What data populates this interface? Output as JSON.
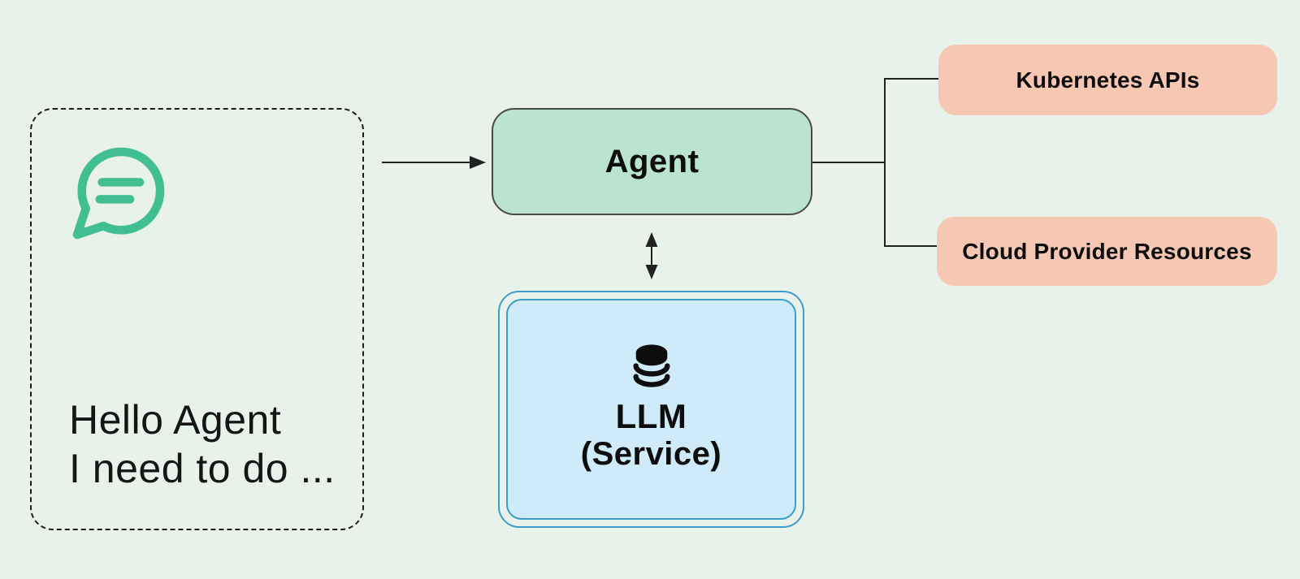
{
  "colors": {
    "bg": "#e8f2ea",
    "mint-fill": "#bae3d0",
    "mint-border": "#4a4a4a",
    "salmon-fill": "#f6c8b4",
    "blue-fill": "#cfeaf8",
    "blue-border": "#3b9dca",
    "green-icon": "#42bf92",
    "line": "#222222",
    "text": "#0d0d0d"
  },
  "nodes": {
    "user_request": {
      "icon": "chat-bubble-icon",
      "line1": "Hello Agent",
      "line2": "I need to do ..."
    },
    "agent": {
      "label": "Agent"
    },
    "llm": {
      "icon": "database-icon",
      "label": "LLM",
      "sublabel": "(Service)"
    },
    "kubernetes_apis": {
      "label": "Kubernetes APIs"
    },
    "cloud_provider": {
      "label": "Cloud Provider Resources"
    }
  },
  "connectors": {
    "user_to_agent": "arrow-right",
    "agent_to_llm": "arrow-both-vertical",
    "agent_to_tools": "bracket-split"
  }
}
